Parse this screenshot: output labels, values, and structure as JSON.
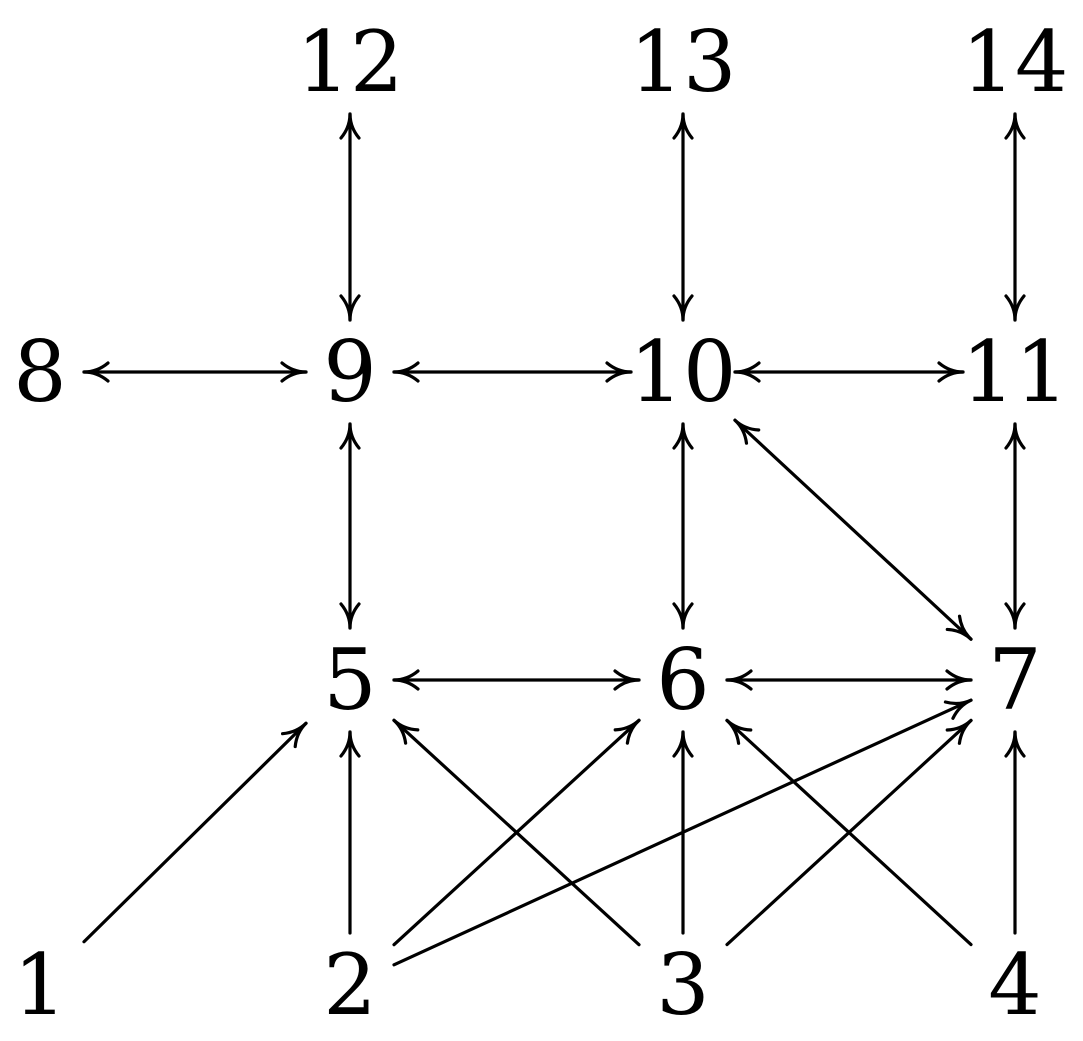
{
  "diagram": {
    "nodes": [
      {
        "id": "1",
        "label": "1"
      },
      {
        "id": "2",
        "label": "2"
      },
      {
        "id": "3",
        "label": "3"
      },
      {
        "id": "4",
        "label": "4"
      },
      {
        "id": "5",
        "label": "5"
      },
      {
        "id": "6",
        "label": "6"
      },
      {
        "id": "7",
        "label": "7"
      },
      {
        "id": "8",
        "label": "8"
      },
      {
        "id": "9",
        "label": "9"
      },
      {
        "id": "10",
        "label": "10"
      },
      {
        "id": "11",
        "label": "11"
      },
      {
        "id": "12",
        "label": "12"
      },
      {
        "id": "13",
        "label": "13"
      },
      {
        "id": "14",
        "label": "14"
      }
    ],
    "edges": [
      {
        "from": "1",
        "to": "5",
        "bidirectional": false
      },
      {
        "from": "2",
        "to": "5",
        "bidirectional": false
      },
      {
        "from": "2",
        "to": "6",
        "bidirectional": false
      },
      {
        "from": "2",
        "to": "7",
        "bidirectional": false
      },
      {
        "from": "3",
        "to": "5",
        "bidirectional": false
      },
      {
        "from": "3",
        "to": "6",
        "bidirectional": false
      },
      {
        "from": "3",
        "to": "7",
        "bidirectional": false
      },
      {
        "from": "4",
        "to": "6",
        "bidirectional": false
      },
      {
        "from": "4",
        "to": "7",
        "bidirectional": false
      },
      {
        "from": "5",
        "to": "6",
        "bidirectional": true
      },
      {
        "from": "6",
        "to": "7",
        "bidirectional": true
      },
      {
        "from": "5",
        "to": "9",
        "bidirectional": true
      },
      {
        "from": "6",
        "to": "10",
        "bidirectional": true
      },
      {
        "from": "7",
        "to": "11",
        "bidirectional": true
      },
      {
        "from": "10",
        "to": "7",
        "bidirectional": true
      },
      {
        "from": "8",
        "to": "9",
        "bidirectional": true
      },
      {
        "from": "9",
        "to": "10",
        "bidirectional": true
      },
      {
        "from": "10",
        "to": "11",
        "bidirectional": true
      },
      {
        "from": "9",
        "to": "12",
        "bidirectional": true
      },
      {
        "from": "10",
        "to": "13",
        "bidirectional": true
      },
      {
        "from": "11",
        "to": "14",
        "bidirectional": true
      }
    ]
  }
}
